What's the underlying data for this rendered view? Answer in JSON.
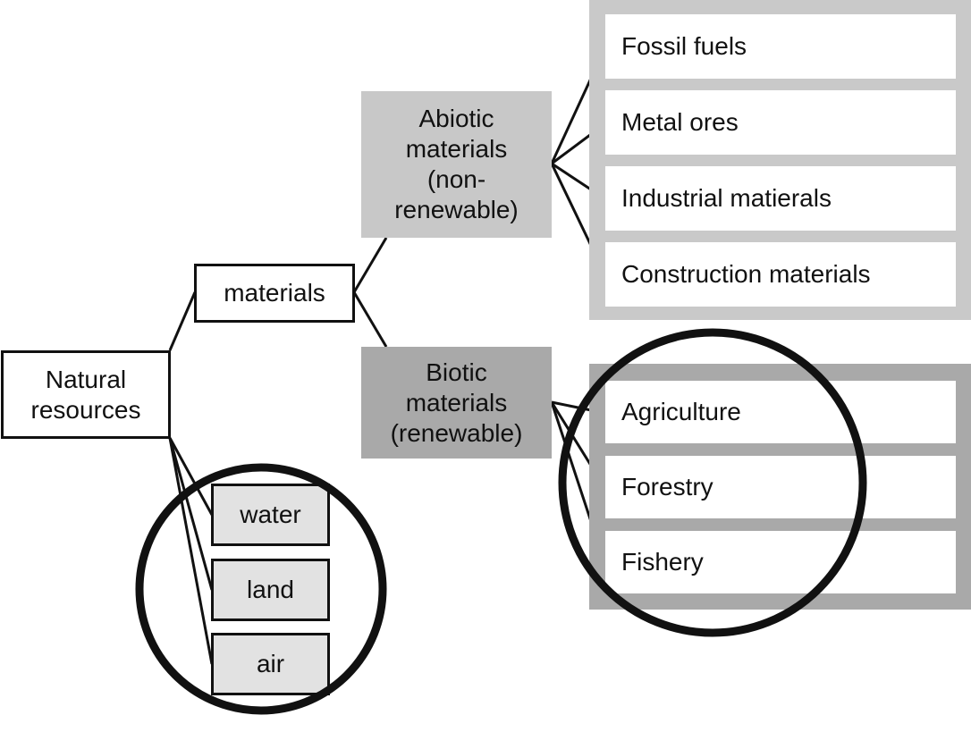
{
  "root": {
    "label": "Natural\nresources"
  },
  "materials": {
    "label": "materials"
  },
  "abiotic": {
    "label": "Abiotic\nmaterials\n(non-\nrenewable)"
  },
  "biotic": {
    "label": "Biotic\nmaterials\n(renewable)"
  },
  "abiotic_items": [
    "Fossil fuels",
    "Metal ores",
    "Industrial matierals",
    "Construction materials"
  ],
  "biotic_items": [
    "Agriculture",
    "Forestry",
    "Fishery"
  ],
  "other_resources": [
    "water",
    "land",
    "air"
  ],
  "colors": {
    "line": "#111111",
    "abiotic_fill": "#c8c8c8",
    "biotic_fill": "#a9a9a9",
    "other_fill": "#e2e2e2"
  }
}
